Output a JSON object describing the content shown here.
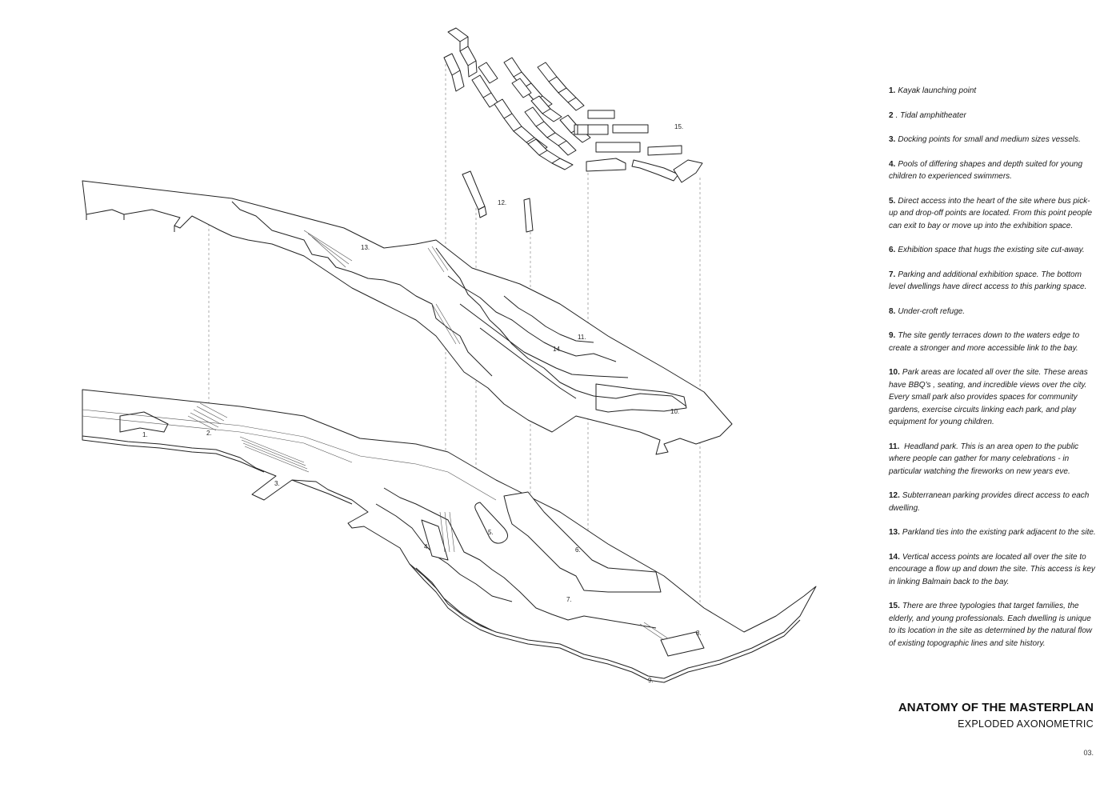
{
  "legend": [
    {
      "num": "1.",
      "text": "Kayak launching point"
    },
    {
      "num": "2",
      "text": ". Tidal amphitheater"
    },
    {
      "num": "3.",
      "text": "Docking points for small and medium sizes vessels."
    },
    {
      "num": "4.",
      "text": "Pools of differing shapes and depth suited for young children to experienced swimmers."
    },
    {
      "num": "5.",
      "text": "Direct access into the heart of the site where bus pick-up and drop-off points are located. From this point people can exit to bay or move up into the exhibition space."
    },
    {
      "num": "6.",
      "text": "Exhibition space that hugs the existing site cut-away."
    },
    {
      "num": "7.",
      "text": "Parking and additional exhibition space. The bottom level dwellings have direct access to this parking space."
    },
    {
      "num": "8.",
      "text": "Under-croft refuge."
    },
    {
      "num": "9.",
      "text": "The site gently terraces down to the waters edge to create a stronger and more accessible link to the bay."
    },
    {
      "num": "10.",
      "text": "Park areas are located all over the site. These areas have BBQ's , seating, and incredible views over the city. Every small park also provides spaces for community gardens, exercise circuits linking each park, and play equipment for young children."
    },
    {
      "num": "11.",
      "text": " Headland park. This is an area open to the public where people can gather for many celebrations - in particular watching the fireworks on new years eve."
    },
    {
      "num": "12.",
      "text": "Subterranean parking provides direct access to each dwelling."
    },
    {
      "num": "13.",
      "text": "Parkland ties into the existing park adjacent to the site."
    },
    {
      "num": "14.",
      "text": "Vertical access points are located all over the site to encourage a flow up and down the site. This access is key in linking Balmain back to the bay."
    },
    {
      "num": "15.",
      "text": "There are three typologies that target families, the elderly, and young professionals. Each dwelling is unique to its location in the site as determined by the natural flow of existing topographic lines and site history."
    }
  ],
  "title": "ANATOMY OF THE MASTERPLAN",
  "subtitle": "EXPLODED AXONOMETRIC",
  "page_number": "03.",
  "diagram_labels": {
    "l1": "1.",
    "l2": "2.",
    "l3": "3.",
    "l4": "4.",
    "l5": "5.",
    "l6": "6.",
    "l7": "7.",
    "l8": "8.",
    "l9": "9.",
    "l10": "10.",
    "l11": "11.",
    "l12": "12.",
    "l13": "13.",
    "l14": "14.",
    "l15": "15."
  }
}
